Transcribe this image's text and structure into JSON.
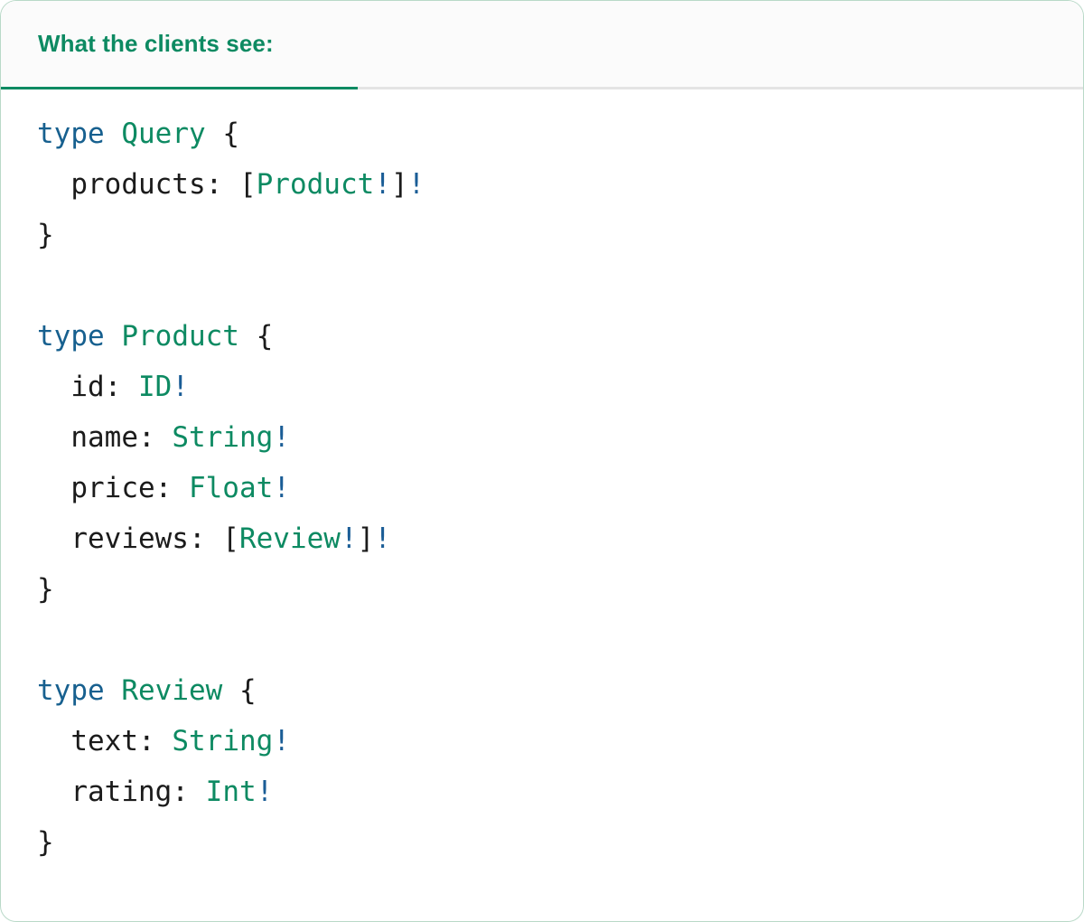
{
  "card": {
    "border_color": "#b9d9c8",
    "background": "#ffffff"
  },
  "header": {
    "tab_label": "What the clients see:",
    "accent_color": "#0d8a62",
    "background": "#fbfbfb",
    "divider_color": "#e4e4e4"
  },
  "syntax_colors": {
    "keyword": "#17608f",
    "type": "#0d8a62",
    "field": "#1b1b1b",
    "punctuation": "#1b1b1b",
    "non_null_bang": "#1a5d96"
  },
  "code": {
    "language": "graphql",
    "raw": "type Query {\n  products: [Product!]!\n}\n\ntype Product {\n  id: ID!\n  name: String!\n  price: Float!\n  reviews: [Review!]!\n}\n\ntype Review {\n  text: String!\n  rating: Int!\n}",
    "lines": [
      {
        "tokens": [
          {
            "t": "type",
            "k": "kw"
          },
          {
            "t": " ",
            "k": "punc"
          },
          {
            "t": "Query",
            "k": "type"
          },
          {
            "t": " {",
            "k": "punc"
          }
        ]
      },
      {
        "tokens": [
          {
            "t": "  ",
            "k": "punc"
          },
          {
            "t": "products:",
            "k": "name"
          },
          {
            "t": " [",
            "k": "punc"
          },
          {
            "t": "Product",
            "k": "type"
          },
          {
            "t": "!",
            "k": "bang"
          },
          {
            "t": "]",
            "k": "punc"
          },
          {
            "t": "!",
            "k": "bang"
          }
        ]
      },
      {
        "tokens": [
          {
            "t": "}",
            "k": "punc"
          }
        ]
      },
      {
        "tokens": [
          {
            "t": " ",
            "k": "blank"
          }
        ]
      },
      {
        "tokens": [
          {
            "t": "type",
            "k": "kw"
          },
          {
            "t": " ",
            "k": "punc"
          },
          {
            "t": "Product",
            "k": "type"
          },
          {
            "t": " {",
            "k": "punc"
          }
        ]
      },
      {
        "tokens": [
          {
            "t": "  ",
            "k": "punc"
          },
          {
            "t": "id:",
            "k": "name"
          },
          {
            "t": " ",
            "k": "punc"
          },
          {
            "t": "ID",
            "k": "type"
          },
          {
            "t": "!",
            "k": "bang"
          }
        ]
      },
      {
        "tokens": [
          {
            "t": "  ",
            "k": "punc"
          },
          {
            "t": "name:",
            "k": "name"
          },
          {
            "t": " ",
            "k": "punc"
          },
          {
            "t": "String",
            "k": "type"
          },
          {
            "t": "!",
            "k": "bang"
          }
        ]
      },
      {
        "tokens": [
          {
            "t": "  ",
            "k": "punc"
          },
          {
            "t": "price:",
            "k": "name"
          },
          {
            "t": " ",
            "k": "punc"
          },
          {
            "t": "Float",
            "k": "type"
          },
          {
            "t": "!",
            "k": "bang"
          }
        ]
      },
      {
        "tokens": [
          {
            "t": "  ",
            "k": "punc"
          },
          {
            "t": "reviews:",
            "k": "name"
          },
          {
            "t": " [",
            "k": "punc"
          },
          {
            "t": "Review",
            "k": "type"
          },
          {
            "t": "!",
            "k": "bang"
          },
          {
            "t": "]",
            "k": "punc"
          },
          {
            "t": "!",
            "k": "bang"
          }
        ]
      },
      {
        "tokens": [
          {
            "t": "}",
            "k": "punc"
          }
        ]
      },
      {
        "tokens": [
          {
            "t": " ",
            "k": "blank"
          }
        ]
      },
      {
        "tokens": [
          {
            "t": "type",
            "k": "kw"
          },
          {
            "t": " ",
            "k": "punc"
          },
          {
            "t": "Review",
            "k": "type"
          },
          {
            "t": " {",
            "k": "punc"
          }
        ]
      },
      {
        "tokens": [
          {
            "t": "  ",
            "k": "punc"
          },
          {
            "t": "text:",
            "k": "name"
          },
          {
            "t": " ",
            "k": "punc"
          },
          {
            "t": "String",
            "k": "type"
          },
          {
            "t": "!",
            "k": "bang"
          }
        ]
      },
      {
        "tokens": [
          {
            "t": "  ",
            "k": "punc"
          },
          {
            "t": "rating:",
            "k": "name"
          },
          {
            "t": " ",
            "k": "punc"
          },
          {
            "t": "Int",
            "k": "type"
          },
          {
            "t": "!",
            "k": "bang"
          }
        ]
      },
      {
        "tokens": [
          {
            "t": "}",
            "k": "punc"
          }
        ]
      }
    ]
  }
}
